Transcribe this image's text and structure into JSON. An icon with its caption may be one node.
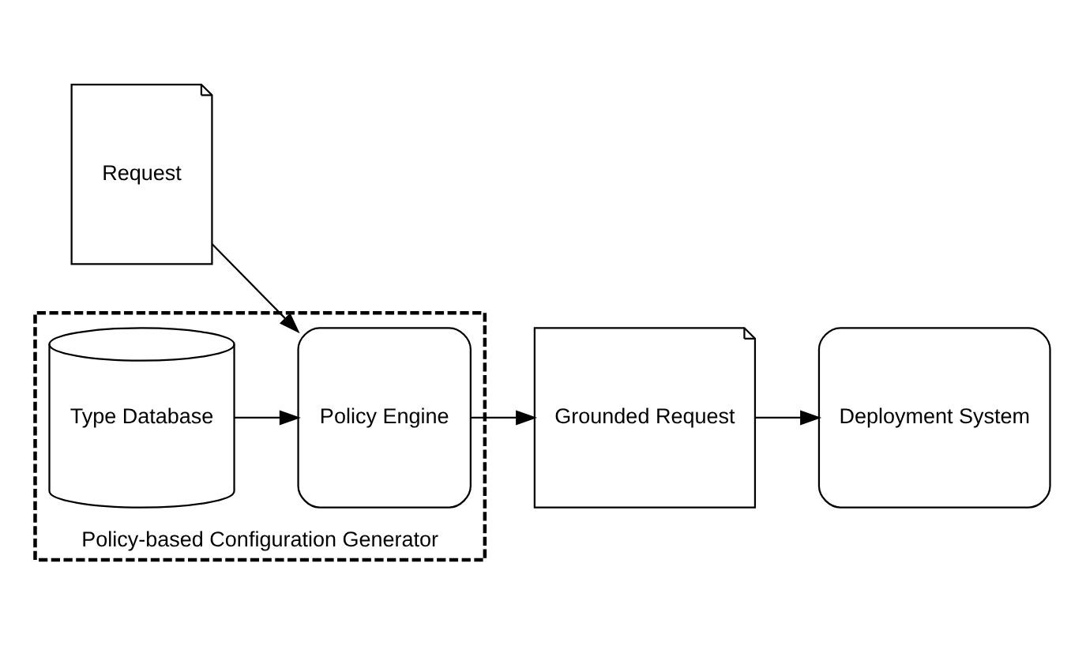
{
  "diagram": {
    "nodes": [
      {
        "text": [
          "Request"
        ]
      },
      {
        "text": [
          "Policy-based Configuration Generator"
        ]
      },
      {
        "text": [
          "Type Database"
        ],
        "in": 1
      },
      {
        "text": [
          "Policy Engine"
        ],
        "in": 1
      },
      {
        "text": [
          "Grounded Request"
        ]
      },
      {
        "text": [
          "Deployment System"
        ]
      }
    ],
    "edges": [
      {
        "from": 0,
        "to": 3,
        "arrow": "to"
      },
      {
        "from": 2,
        "to": 3,
        "arrow": "to"
      },
      {
        "from": 3,
        "to": 4,
        "arrow": "to"
      },
      {
        "from": 4,
        "to": 5,
        "arrow": "to"
      }
    ]
  }
}
